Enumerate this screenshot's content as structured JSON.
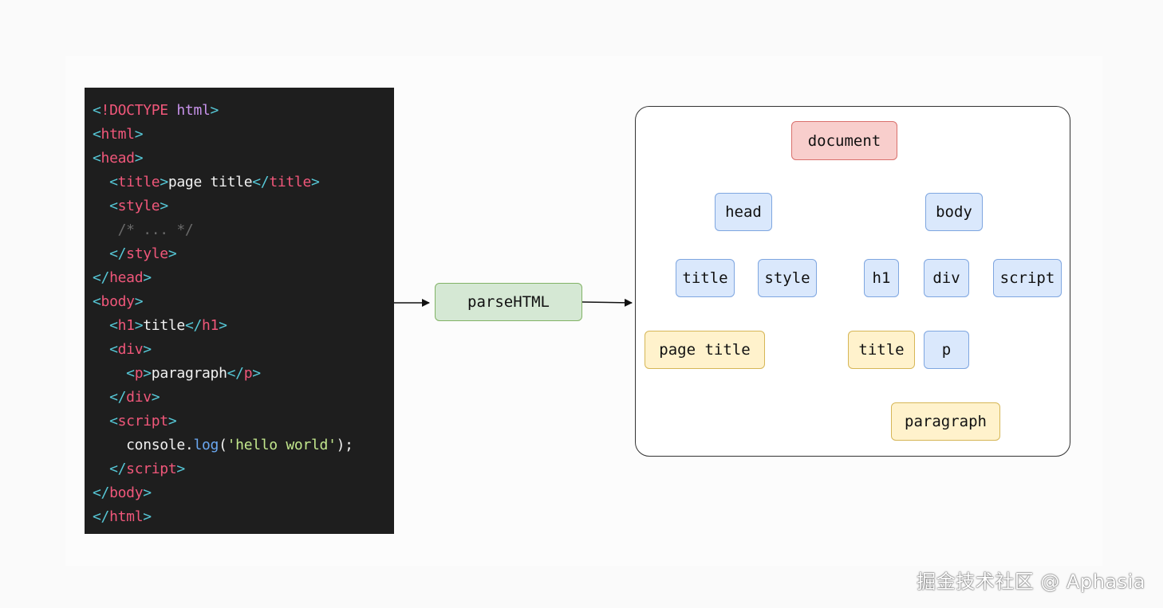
{
  "code": {
    "lines": [
      [
        {
          "c": "punc",
          "t": "<"
        },
        {
          "c": "tag",
          "t": "!DOCTYPE "
        },
        {
          "c": "kw",
          "t": "html"
        },
        {
          "c": "punc",
          "t": ">"
        }
      ],
      [
        {
          "c": "punc",
          "t": "<"
        },
        {
          "c": "tag",
          "t": "html"
        },
        {
          "c": "punc",
          "t": ">"
        }
      ],
      [
        {
          "c": "punc",
          "t": "<"
        },
        {
          "c": "tag",
          "t": "head"
        },
        {
          "c": "punc",
          "t": ">"
        }
      ],
      [
        {
          "c": "txt",
          "t": "  "
        },
        {
          "c": "punc",
          "t": "<"
        },
        {
          "c": "tag",
          "t": "title"
        },
        {
          "c": "punc",
          "t": ">"
        },
        {
          "c": "txt",
          "t": "page title"
        },
        {
          "c": "punc",
          "t": "</"
        },
        {
          "c": "tag",
          "t": "title"
        },
        {
          "c": "punc",
          "t": ">"
        }
      ],
      [
        {
          "c": "txt",
          "t": "  "
        },
        {
          "c": "punc",
          "t": "<"
        },
        {
          "c": "tag",
          "t": "style"
        },
        {
          "c": "punc",
          "t": ">"
        }
      ],
      [
        {
          "c": "txt",
          "t": "   "
        },
        {
          "c": "com",
          "t": "/* ... */"
        }
      ],
      [
        {
          "c": "txt",
          "t": "  "
        },
        {
          "c": "punc",
          "t": "</"
        },
        {
          "c": "tag",
          "t": "style"
        },
        {
          "c": "punc",
          "t": ">"
        }
      ],
      [
        {
          "c": "punc",
          "t": "</"
        },
        {
          "c": "tag",
          "t": "head"
        },
        {
          "c": "punc",
          "t": ">"
        }
      ],
      [
        {
          "c": "punc",
          "t": "<"
        },
        {
          "c": "tag",
          "t": "body"
        },
        {
          "c": "punc",
          "t": ">"
        }
      ],
      [
        {
          "c": "txt",
          "t": "  "
        },
        {
          "c": "punc",
          "t": "<"
        },
        {
          "c": "tag",
          "t": "h1"
        },
        {
          "c": "punc",
          "t": ">"
        },
        {
          "c": "txt",
          "t": "title"
        },
        {
          "c": "punc",
          "t": "</"
        },
        {
          "c": "tag",
          "t": "h1"
        },
        {
          "c": "punc",
          "t": ">"
        }
      ],
      [
        {
          "c": "txt",
          "t": "  "
        },
        {
          "c": "punc",
          "t": "<"
        },
        {
          "c": "tag",
          "t": "div"
        },
        {
          "c": "punc",
          "t": ">"
        }
      ],
      [
        {
          "c": "txt",
          "t": "    "
        },
        {
          "c": "punc",
          "t": "<"
        },
        {
          "c": "tag",
          "t": "p"
        },
        {
          "c": "punc",
          "t": ">"
        },
        {
          "c": "txt",
          "t": "paragraph"
        },
        {
          "c": "punc",
          "t": "</"
        },
        {
          "c": "tag",
          "t": "p"
        },
        {
          "c": "punc",
          "t": ">"
        }
      ],
      [
        {
          "c": "txt",
          "t": "  "
        },
        {
          "c": "punc",
          "t": "</"
        },
        {
          "c": "tag",
          "t": "div"
        },
        {
          "c": "punc",
          "t": ">"
        }
      ],
      [
        {
          "c": "txt",
          "t": "  "
        },
        {
          "c": "punc",
          "t": "<"
        },
        {
          "c": "tag",
          "t": "script"
        },
        {
          "c": "punc",
          "t": ">"
        }
      ],
      [
        {
          "c": "txt",
          "t": "    console."
        },
        {
          "c": "fn",
          "t": "log"
        },
        {
          "c": "txt",
          "t": "("
        },
        {
          "c": "str",
          "t": "'hello world'"
        },
        {
          "c": "txt",
          "t": ");"
        }
      ],
      [
        {
          "c": "txt",
          "t": "  "
        },
        {
          "c": "punc",
          "t": "</"
        },
        {
          "c": "tag",
          "t": "script"
        },
        {
          "c": "punc",
          "t": ">"
        }
      ],
      [
        {
          "c": "punc",
          "t": "</"
        },
        {
          "c": "tag",
          "t": "body"
        },
        {
          "c": "punc",
          "t": ">"
        }
      ],
      [
        {
          "c": "punc",
          "t": "</"
        },
        {
          "c": "tag",
          "t": "html"
        },
        {
          "c": "punc",
          "t": ">"
        }
      ]
    ]
  },
  "process": {
    "label": "parseHTML"
  },
  "tree": {
    "document": "document",
    "head": "head",
    "body": "body",
    "title": "title",
    "style": "style",
    "h1": "h1",
    "div": "div",
    "script": "script",
    "page_title_text": "page title",
    "h1_text": "title",
    "p": "p",
    "paragraph_text": "paragraph"
  },
  "colors": {
    "root": "#f8cecc",
    "element": "#dae8fc",
    "process": "#d5e8d4",
    "text": "#fff2cc",
    "code_bg": "#1e1e1e"
  },
  "watermark": "掘金技术社区 @ Aphasia"
}
